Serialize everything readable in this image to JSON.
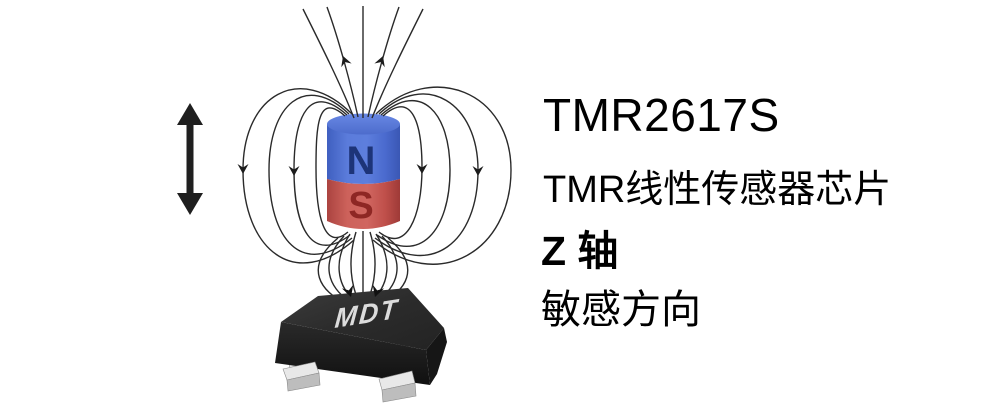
{
  "text_panel": {
    "title": "TMR2617S",
    "subtitle": "TMR线性传感器芯片",
    "axis": "Z 轴",
    "direction": "敏感方向",
    "text_color": "#000000"
  },
  "illustration": {
    "double_arrow_icon": "vertical-double-arrow",
    "field_lines": {
      "description": "magnetic dipole field lines looping from N pole (top) around to S pole (bottom), arrows pointing away from N at top and downward on side loops, converging into chip below",
      "color": "#2a2a2a"
    },
    "magnet": {
      "type": "cylindrical magnet",
      "north_label": "N",
      "south_label": "S",
      "north_color": "#4a6cd3",
      "south_color": "#c8544e",
      "north_label_color": "#1d3478",
      "south_label_color": "#8e2724"
    },
    "chip": {
      "package": "SOT-23 sensor package",
      "logo": "MDT",
      "body_color": "#262626",
      "lead_color": "#c9c9c9"
    }
  }
}
